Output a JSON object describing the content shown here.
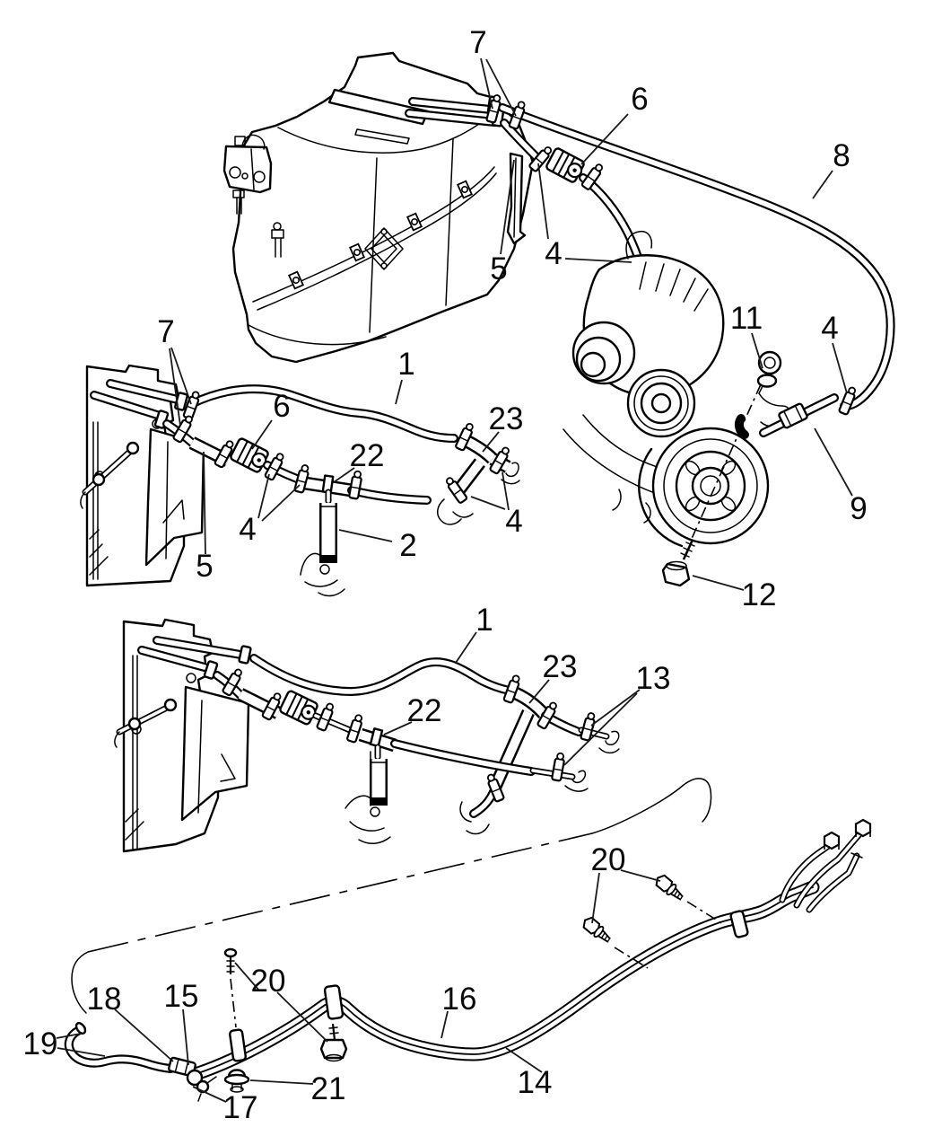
{
  "figure": {
    "type": "parts-diagram",
    "background": "#ffffff",
    "line_color": "#000000"
  },
  "callouts": [
    {
      "text": "7"
    },
    {
      "text": "6"
    },
    {
      "text": "8"
    },
    {
      "text": "4"
    },
    {
      "text": "5"
    },
    {
      "text": "11"
    },
    {
      "text": "4"
    },
    {
      "text": "9"
    },
    {
      "text": "12"
    },
    {
      "text": "7"
    },
    {
      "text": "6"
    },
    {
      "text": "1"
    },
    {
      "text": "23"
    },
    {
      "text": "22"
    },
    {
      "text": "4"
    },
    {
      "text": "2"
    },
    {
      "text": "5"
    },
    {
      "text": "4"
    },
    {
      "text": "1"
    },
    {
      "text": "23"
    },
    {
      "text": "13"
    },
    {
      "text": "22"
    },
    {
      "text": "20"
    },
    {
      "text": "18"
    },
    {
      "text": "15"
    },
    {
      "text": "20"
    },
    {
      "text": "16"
    },
    {
      "text": "19"
    },
    {
      "text": "17"
    },
    {
      "text": "21"
    },
    {
      "text": "14"
    }
  ]
}
